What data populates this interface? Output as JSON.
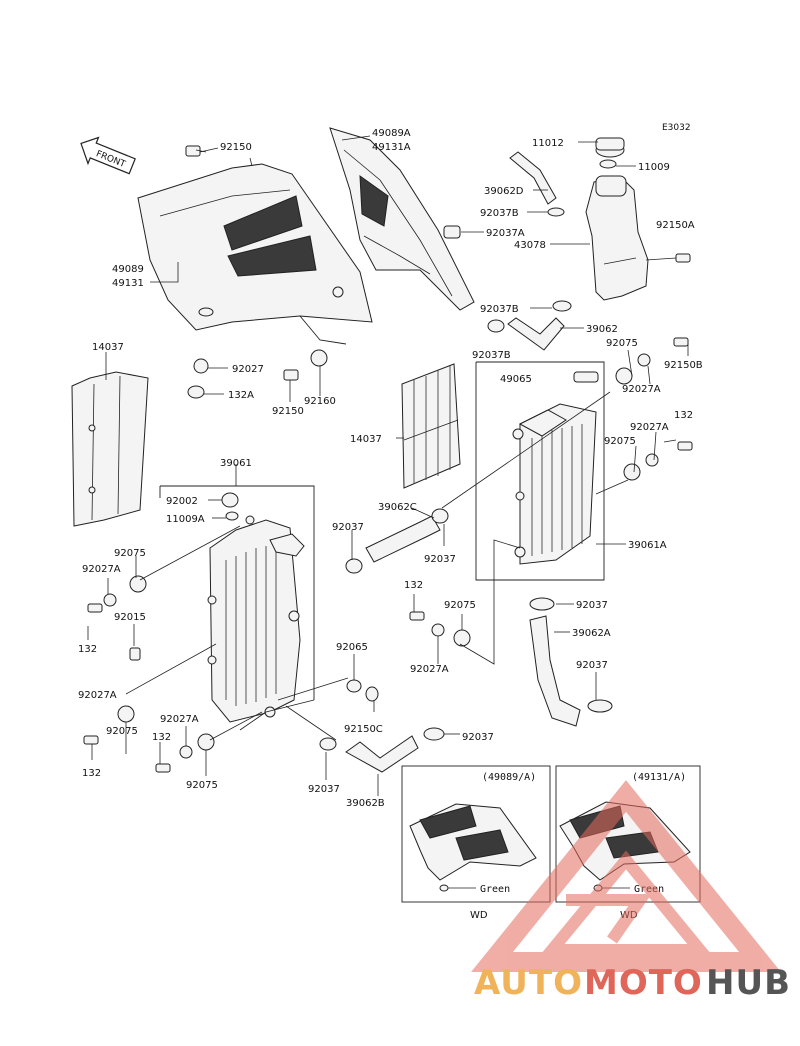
{
  "diagram_code": "E3032",
  "front_label": "FRONT",
  "labels": {
    "l_92150_top": "92150",
    "l_49089A": "49089A",
    "l_49131A": "49131A",
    "l_11012": "11012",
    "l_11009": "11009",
    "l_39062D": "39062D",
    "l_92037B_1": "92037B",
    "l_92037A": "92037A",
    "l_43078": "43078",
    "l_92150A": "92150A",
    "l_49089": "49089",
    "l_49131": "49131",
    "l_92037B_2": "92037B",
    "l_39062": "39062",
    "l_92037B_3": "92037B",
    "l_92075_r1": "92075",
    "l_92150B": "92150B",
    "l_14037_l": "14037",
    "l_92027": "92027",
    "l_132A": "132A",
    "l_92150_mid": "92150",
    "l_92160": "92160",
    "l_49065": "49065",
    "l_92027A_r1": "92027A",
    "l_132_r": "132",
    "l_92027A_r2": "92027A",
    "l_92075_r2": "92075",
    "l_14037_c": "14037",
    "l_39061": "39061",
    "l_92002": "92002",
    "l_11009A": "11009A",
    "l_39062C": "39062C",
    "l_92037_c1": "92037",
    "l_92037_c2": "92037",
    "l_39061A": "39061A",
    "l_92075_l1": "92075",
    "l_92027A_l1": "92027A",
    "l_132_l1": "132",
    "l_92015": "92015",
    "l_132_c": "132",
    "l_92075_c": "92075",
    "l_92037_r1": "92037",
    "l_39062A": "39062A",
    "l_92027A_c": "92027A",
    "l_92065": "92065",
    "l_92037_r2": "92037",
    "l_92027A_l2": "92027A",
    "l_92150C": "92150C",
    "l_92027A_l3": "92027A",
    "l_92075_l2": "92075",
    "l_132_l2": "132",
    "l_132_l3": "132",
    "l_92075_l3": "92075",
    "l_92037_b1": "92037",
    "l_92037_b2": "92037",
    "l_39062B": "39062B"
  },
  "insets": [
    {
      "title": "(49089/A)",
      "note": "Green",
      "footer": "WD"
    },
    {
      "title": "(49131/A)",
      "note": "Green",
      "footer": "WD"
    }
  ],
  "watermark": {
    "part1": "AUTO",
    "part2": "MOTO",
    "part3": "HUB"
  },
  "colors": {
    "watermark_orange": "#f0b35a",
    "watermark_red": "#e0665a",
    "watermark_gray": "#555555",
    "line": "#222222"
  }
}
